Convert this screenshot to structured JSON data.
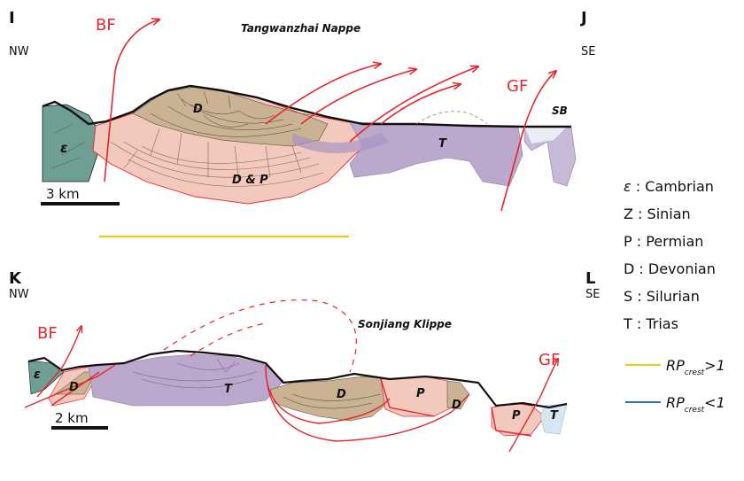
{
  "top_section": {
    "letter_left": "I",
    "dir_left": "NW",
    "letter_right": "J",
    "dir_right": "SE",
    "title": "Tangwanzhai Nappe",
    "fault_bf": "BF",
    "fault_gf": "GF",
    "unit_labels": {
      "cambrian": "ε",
      "devonian": "D",
      "dev_perm": "D & P",
      "trias": "T",
      "sb": "SB"
    },
    "scale_label": "3 km"
  },
  "bottom_section": {
    "letter_left": "K",
    "dir_left": "NW",
    "letter_right": "L",
    "dir_right": "SE",
    "title": "Sonjiang Klippe",
    "fault_bf": "BF",
    "fault_gf": "GF",
    "unit_labels": {
      "cambrian": "ε",
      "devonian_1": "D",
      "trias": "T",
      "devonian_2": "D",
      "permian_1": "P",
      "devonian_3": "D",
      "permian_2": "P",
      "trias_2": "T"
    },
    "scale_label": "2 km"
  },
  "legend": {
    "items": [
      {
        "symbol": "ε",
        "name": "Cambrian"
      },
      {
        "symbol": "Z",
        "name": "Sinian"
      },
      {
        "symbol": "P",
        "name": "Permian"
      },
      {
        "symbol": "D",
        "name": "Devonian"
      },
      {
        "symbol": "S",
        "name": "Silurian"
      },
      {
        "symbol": "T",
        "name": "Trias"
      }
    ],
    "separator": " : ",
    "rp_label": "RP",
    "rp_sub": "crest",
    "rp_gt": ">1",
    "rp_lt": "<1",
    "colors": {
      "gt": "#f5c518",
      "lt": "#2f6fc0"
    }
  },
  "colors": {
    "fault": "#e8262b",
    "cambrian": "#6f9e95",
    "devonian": "#c9b392",
    "dev_perm": "#f3c8bd",
    "trias": "#bba8cc",
    "sb": "#e9edf6",
    "highlight": "#f5c518"
  }
}
